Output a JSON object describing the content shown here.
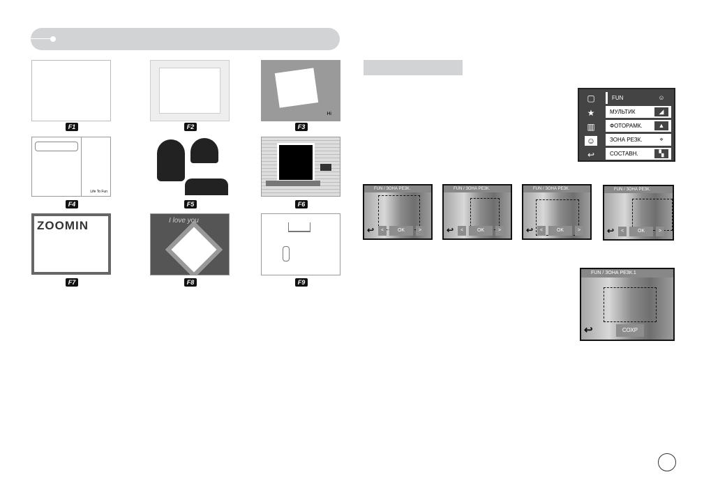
{
  "frames": [
    {
      "label": "F1"
    },
    {
      "label": "F2"
    },
    {
      "label": "F3",
      "text": "Hi"
    },
    {
      "label": "F4",
      "text": "Life To Fun"
    },
    {
      "label": "F5"
    },
    {
      "label": "F6"
    },
    {
      "label": "F7",
      "text": "ZOOMIN"
    },
    {
      "label": "F8",
      "text": "I love you"
    },
    {
      "label": "F9"
    }
  ],
  "menu": {
    "items": [
      {
        "label": "FUN",
        "icon": "face-icon"
      },
      {
        "label": "МУЛЬТИК",
        "icon": "cartoon-icon"
      },
      {
        "label": "ФОТОРАМК.",
        "icon": "frame-icon"
      },
      {
        "label": "ЗОНА РЕЗК.",
        "icon": "focus-area-icon"
      },
      {
        "label": "СОСТАВН.",
        "icon": "composite-icon"
      }
    ]
  },
  "screens": {
    "title": "FUN / ЗОНА РЕЗК.",
    "left": "<",
    "ok": "OK",
    "right": ">",
    "save_title": "FUN / ЗОНА РЕЗК.1",
    "save": "СОХР"
  }
}
